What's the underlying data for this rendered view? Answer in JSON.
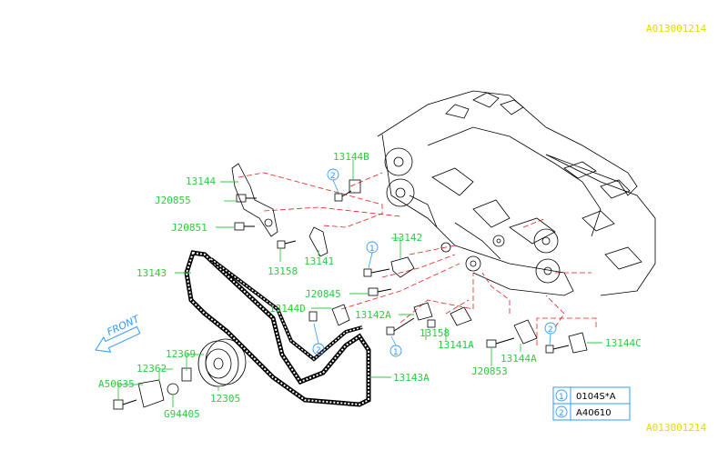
{
  "diagram": {
    "code_top": "A013001214",
    "code_bottom": "A013001214",
    "front_label": "FRONT",
    "parts": [
      {
        "id": "13144B",
        "label": "13144B"
      },
      {
        "id": "13144",
        "label": "13144"
      },
      {
        "id": "J20855",
        "label": "J20855"
      },
      {
        "id": "J20851",
        "label": "J20851"
      },
      {
        "id": "13142",
        "label": "13142"
      },
      {
        "id": "13143",
        "label": "13143"
      },
      {
        "id": "13158a",
        "label": "13158"
      },
      {
        "id": "13141",
        "label": "13141"
      },
      {
        "id": "J20845",
        "label": "J20845"
      },
      {
        "id": "13144D",
        "label": "13144D"
      },
      {
        "id": "13142A",
        "label": "13142A"
      },
      {
        "id": "12369",
        "label": "12369"
      },
      {
        "id": "12362",
        "label": "12362"
      },
      {
        "id": "A50635",
        "label": "A50635"
      },
      {
        "id": "12305",
        "label": "12305"
      },
      {
        "id": "G94405",
        "label": "G94405"
      },
      {
        "id": "13143A",
        "label": "13143A"
      },
      {
        "id": "13158b",
        "label": "13158"
      },
      {
        "id": "13141A",
        "label": "13141A"
      },
      {
        "id": "J20853",
        "label": "J20853"
      },
      {
        "id": "13144A",
        "label": "13144A"
      },
      {
        "id": "13144C",
        "label": "13144C"
      }
    ],
    "markers": [
      {
        "id": "m1",
        "num": "1"
      },
      {
        "id": "m2",
        "num": "2"
      }
    ],
    "legend": [
      {
        "num": "1",
        "text": "0104S*A"
      },
      {
        "num": "2",
        "text": "A40610"
      }
    ]
  }
}
